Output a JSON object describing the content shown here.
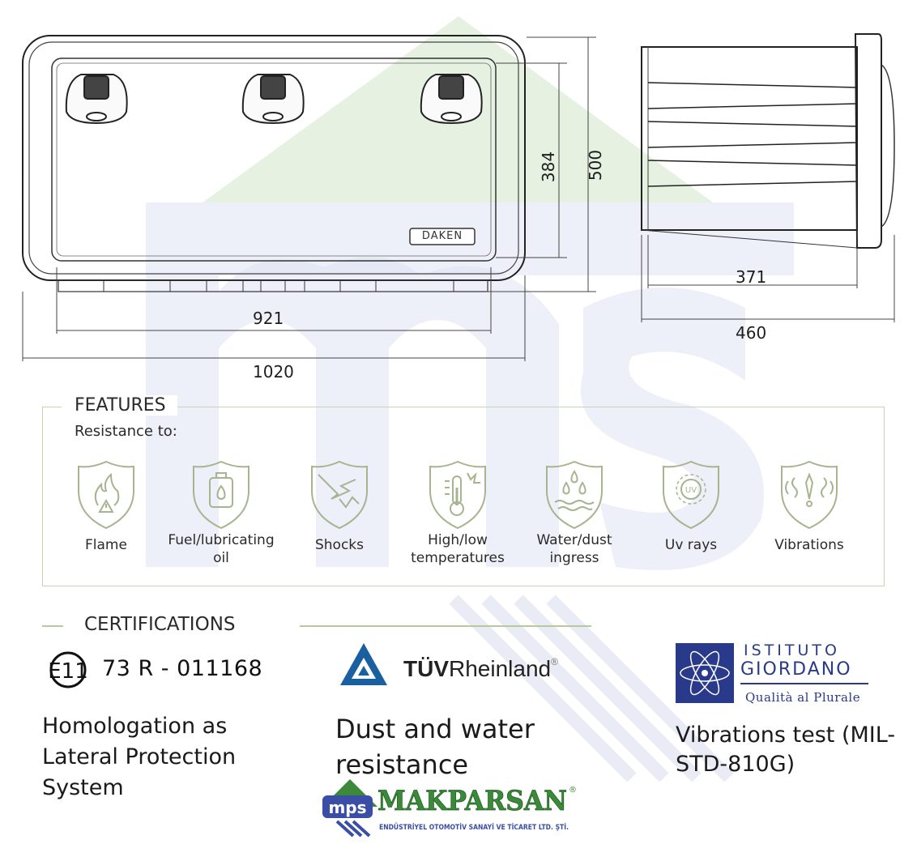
{
  "drawing": {
    "front": {
      "brand_plate": "DAKEN",
      "dim_inner_width": "921",
      "dim_outer_width": "1020",
      "dim_inner_height": "384",
      "dim_outer_height": "500"
    },
    "side": {
      "dim_inner_depth": "371",
      "dim_outer_depth": "460"
    }
  },
  "features": {
    "title": "FEATURES",
    "subtitle": "Resistance to:",
    "icon_color": "#a7b48f",
    "items": [
      {
        "label": "Flame",
        "icon": "flame-icon"
      },
      {
        "label": "Fuel/lubricating oil",
        "icon": "fuel-can-icon"
      },
      {
        "label": "Shocks",
        "icon": "shock-icon"
      },
      {
        "label": "High/low temperatures",
        "icon": "thermometer-icon"
      },
      {
        "label": "Water/dust ingress",
        "icon": "water-drops-icon"
      },
      {
        "label": "Uv rays",
        "icon": "uv-sun-icon"
      },
      {
        "label": "Vibrations",
        "icon": "vibration-icon"
      }
    ]
  },
  "certifications": {
    "title": "CERTIFICATIONS",
    "items": [
      {
        "mark": "E11",
        "code": "73 R - 011168",
        "text": "Homologation as Lateral Protection System"
      },
      {
        "logo_bold": "TÜV",
        "logo_rest": "Rheinland",
        "logo_mark": "®",
        "text": "Dust and water resistance"
      },
      {
        "logo_line1": "ISTITUTO",
        "logo_line2": "GIORDANO",
        "logo_tagline": "Qualità al Plurale",
        "text": "Vibrations test (MIL-STD-810G)"
      }
    ]
  },
  "watermark": {
    "brand": "MAKPARSAN",
    "short": "mps",
    "tagline": "ENDÜSTRİYEL OTOMOTİV SANAYİ VE TİCARET LTD. ŞTİ.",
    "mark": "®",
    "green": "#3a8a3a",
    "blue": "#3b4ea6"
  }
}
